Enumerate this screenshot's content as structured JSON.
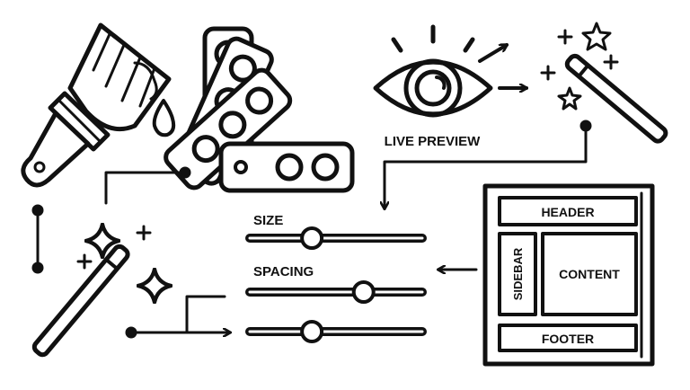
{
  "colors": {
    "ink": "#111111",
    "paper": "#ffffff"
  },
  "icons": [
    "paintbrush-icon",
    "color-swatches-icon",
    "eye-icon",
    "magic-wand-icon",
    "sparkle-icon",
    "layout-wireframe-icon"
  ],
  "preview": {
    "label": "LIVE PREVIEW"
  },
  "sliders": [
    {
      "label": "SIZE",
      "value": 0.36
    },
    {
      "label": "SPACING",
      "value": 0.66
    },
    {
      "label": "",
      "value": 0.36
    }
  ],
  "layout": {
    "header": "HEADER",
    "sidebar": "SIDEBAR",
    "content": "CONTENT",
    "footer": "FOOTER"
  }
}
